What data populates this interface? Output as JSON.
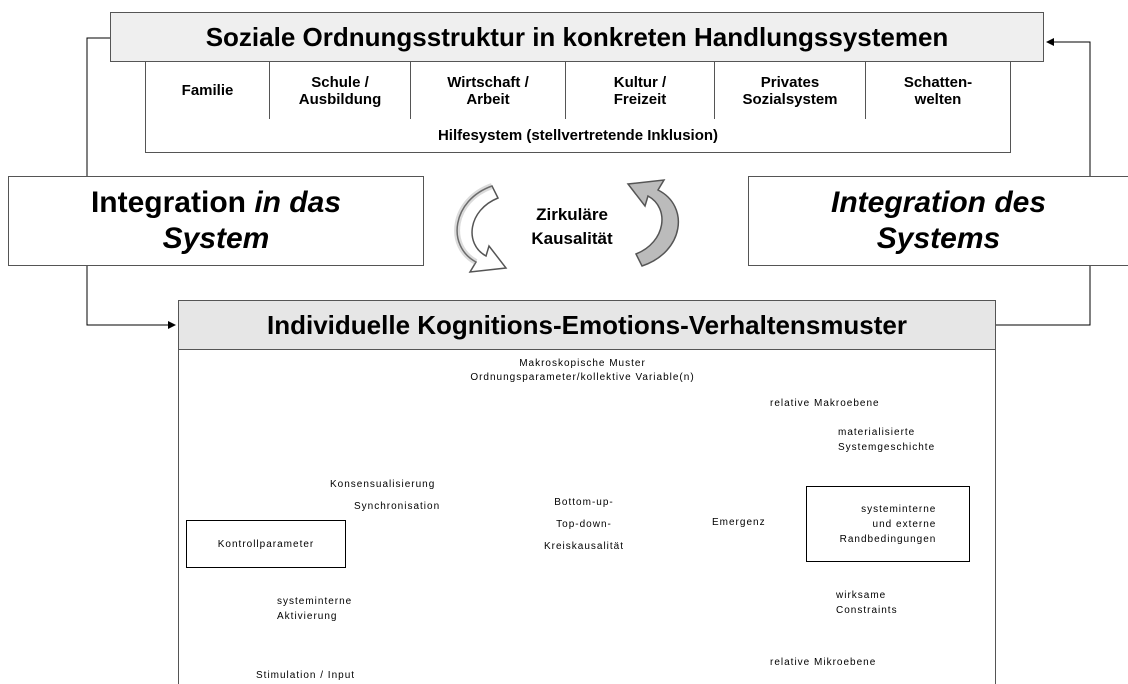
{
  "top": {
    "title": "Soziale Ordnungsstruktur in konkreten Handlungssystemen",
    "cells": [
      "Familie",
      "Schule /\nAusbildung",
      "Wirtschaft /\nArbeit",
      "Kultur /\nFreizeit",
      "Privates\nSozialsystem",
      "Schatten-\nwelten"
    ],
    "footer": "Hilfesystem (stellvertretende Inklusion)"
  },
  "middle": {
    "left_plain": "Integration ",
    "left_italic": "in das",
    "left_line2": "System",
    "right_line1": "Integration des",
    "right_line2": "Systems",
    "center": "Zirkuläre\nKausalität"
  },
  "bottom": {
    "title": "Individuelle Kognitions-Emotions-Verhaltensmuster",
    "macro_caption": "Makroskopische Muster\nOrdnungsparameter/kollektive Variable(n)",
    "relative_macro": "relative Makroebene",
    "materialisierte": "materialisierte\nSystemgeschichte",
    "konsens": "Konsensualisierung",
    "synchron": "Synchronisation",
    "bottom_up": "Bottom-up-\nTop-down-\nKreiskausalität",
    "emergenz": "Emergenz",
    "kontroll": "Kontrollparameter",
    "systeminterne_box": "systeminterne\nund externe\nRandbedingungen",
    "aktivierung": "systeminterne\nAktivierung",
    "wirksame": "wirksame\nConstraints",
    "stimulation": "Stimulation / Input",
    "relative_micro": "relative Mikroebene"
  }
}
